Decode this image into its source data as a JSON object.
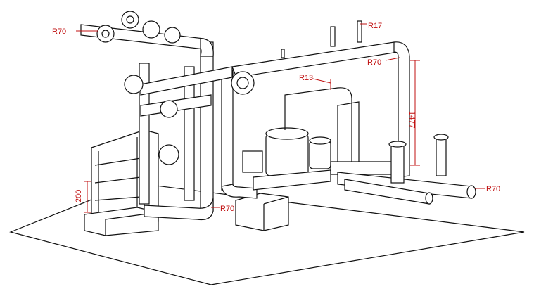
{
  "annotations": {
    "r70_top_left": "R70",
    "r17_top": "R17",
    "r70_right_top": "R70",
    "r13_mid": "R13",
    "d1477_right": "1477",
    "d200_left": "200",
    "r70_bottom_mid": "R70",
    "r70_bottom_right": "R70"
  },
  "colors": {
    "ink": "#111111",
    "dimension": "#c01010",
    "background": "#ffffff"
  }
}
